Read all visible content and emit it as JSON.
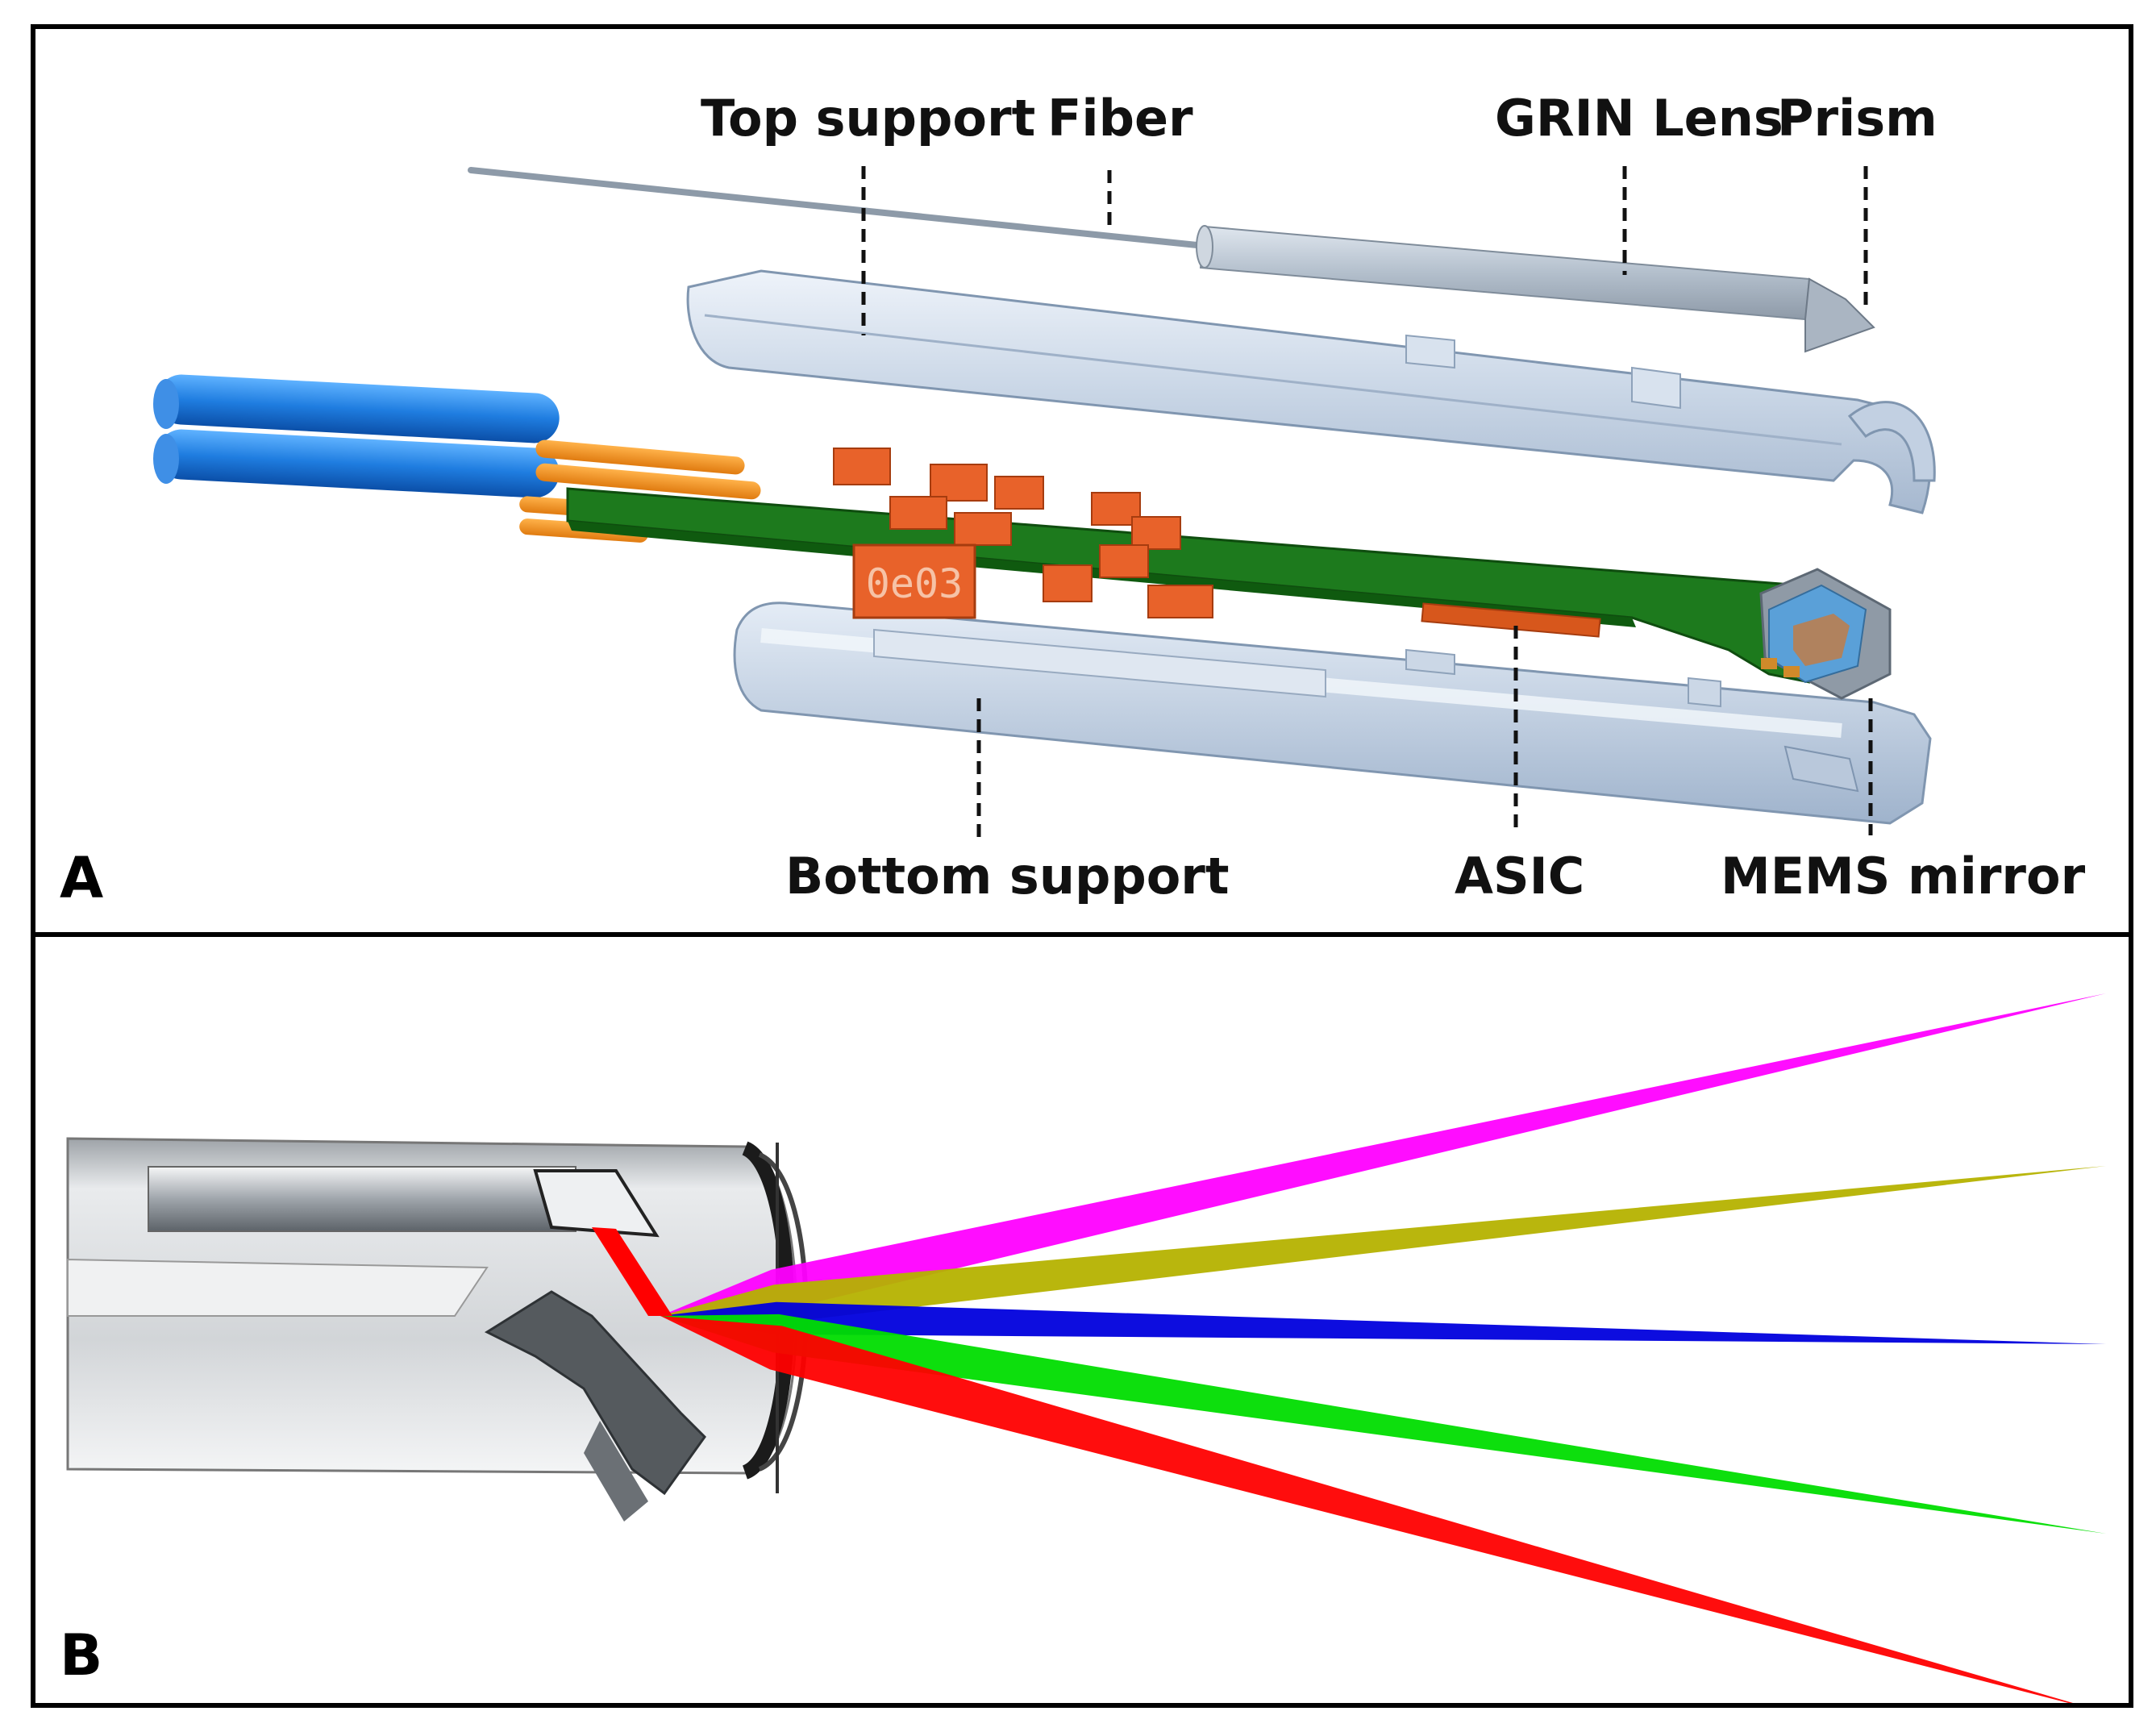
{
  "panel_a": {
    "letter": "A",
    "labels": {
      "top_support": "Top support",
      "fiber": "Fiber",
      "grin_lens": "GRIN Lens",
      "prism": "Prism",
      "bottom_support": "Bottom support",
      "asic": "ASIC",
      "mems_mirror": "MEMS mirror"
    },
    "chip_marking": "0e03"
  },
  "panel_b": {
    "letter": "B",
    "beam_colors": [
      "#ff00ff",
      "#b5b200",
      "#0000dd",
      "#00dd00",
      "#ff0000"
    ]
  }
}
